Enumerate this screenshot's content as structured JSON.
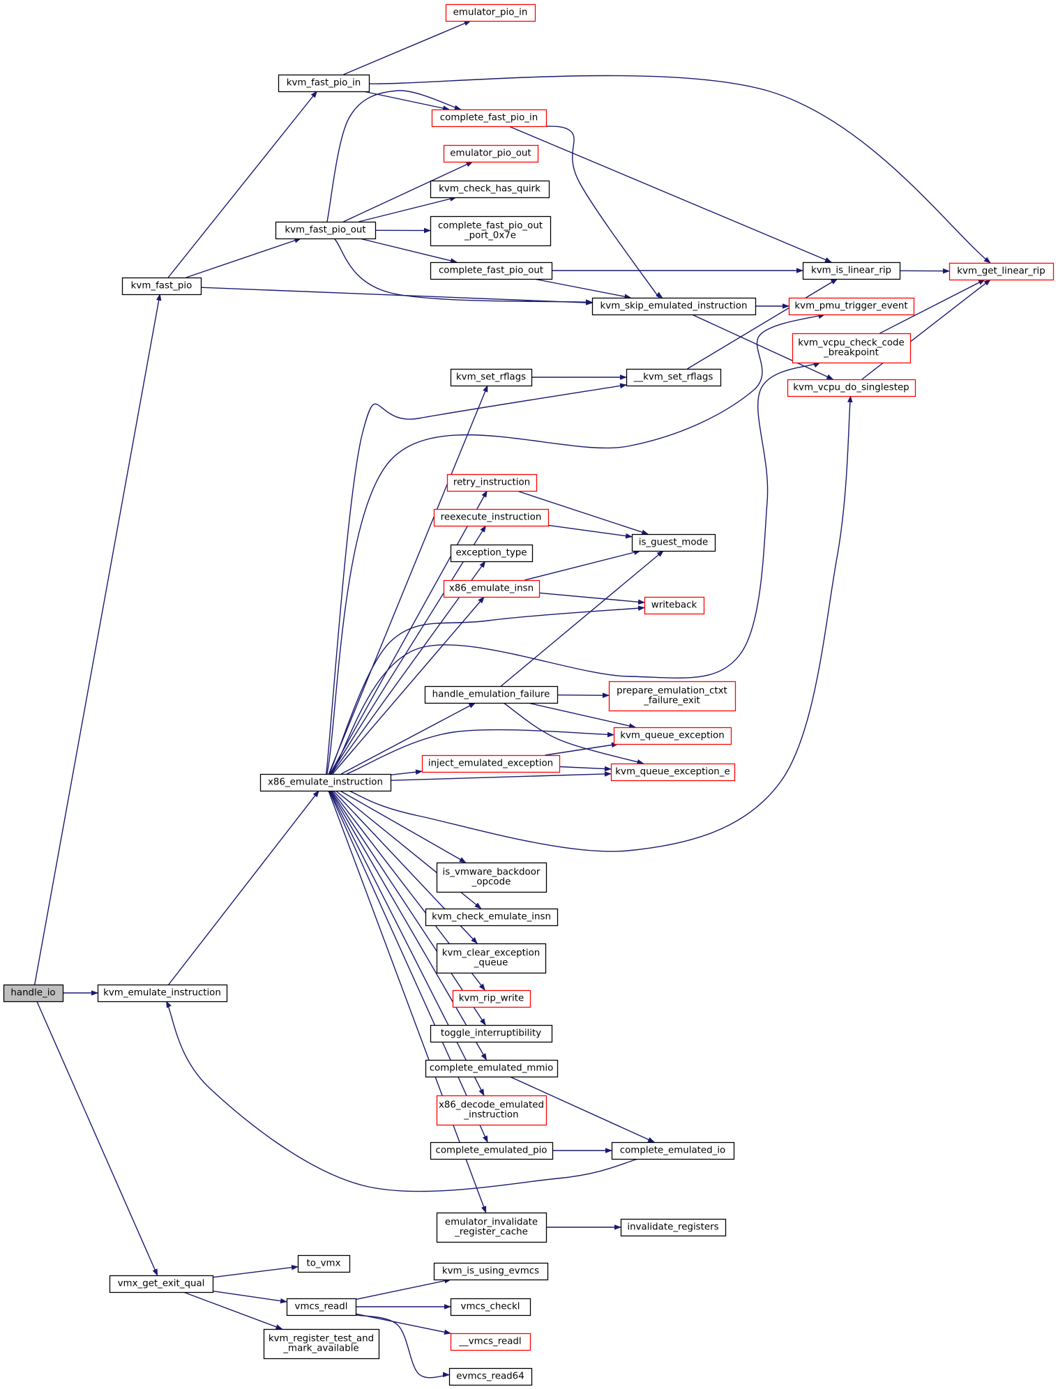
{
  "colors": {
    "edge": "#191970",
    "border_normal": "#000000",
    "border_truncated": "#ff0000",
    "fill_normal": "#ffffff",
    "fill_root": "#bfbfbf"
  },
  "nodes": [
    {
      "id": "handle_io",
      "lines": [
        "handle_io"
      ],
      "kind": "root"
    },
    {
      "id": "kvm_fast_pio",
      "lines": [
        "kvm_fast_pio"
      ],
      "kind": "normal"
    },
    {
      "id": "kvm_emulate_instruction",
      "lines": [
        "kvm_emulate_instruction"
      ],
      "kind": "normal"
    },
    {
      "id": "vmx_get_exit_qual",
      "lines": [
        "vmx_get_exit_qual"
      ],
      "kind": "normal"
    },
    {
      "id": "kvm_fast_pio_in",
      "lines": [
        "kvm_fast_pio_in"
      ],
      "kind": "normal"
    },
    {
      "id": "kvm_fast_pio_out",
      "lines": [
        "kvm_fast_pio_out"
      ],
      "kind": "normal"
    },
    {
      "id": "kvm_skip_emulated_instruction",
      "lines": [
        "kvm_skip_emulated_instruction"
      ],
      "kind": "normal"
    },
    {
      "id": "emulator_pio_in",
      "lines": [
        "emulator_pio_in"
      ],
      "kind": "truncated"
    },
    {
      "id": "complete_fast_pio_in",
      "lines": [
        "complete_fast_pio_in"
      ],
      "kind": "truncated"
    },
    {
      "id": "kvm_get_linear_rip",
      "lines": [
        "kvm_get_linear_rip"
      ],
      "kind": "truncated"
    },
    {
      "id": "emulator_pio_out",
      "lines": [
        "emulator_pio_out"
      ],
      "kind": "truncated"
    },
    {
      "id": "kvm_check_has_quirk",
      "lines": [
        "kvm_check_has_quirk"
      ],
      "kind": "normal"
    },
    {
      "id": "complete_fast_pio_out_port_0x7e",
      "lines": [
        "complete_fast_pio_out",
        "_port_0x7e"
      ],
      "kind": "normal"
    },
    {
      "id": "complete_fast_pio_out",
      "lines": [
        "complete_fast_pio_out"
      ],
      "kind": "normal"
    },
    {
      "id": "kvm_is_linear_rip",
      "lines": [
        "kvm_is_linear_rip"
      ],
      "kind": "normal"
    },
    {
      "id": "kvm_pmu_trigger_event",
      "lines": [
        "kvm_pmu_trigger_event"
      ],
      "kind": "truncated"
    },
    {
      "id": "kvm_vcpu_check_code_breakpoint",
      "lines": [
        "kvm_vcpu_check_code",
        "_breakpoint"
      ],
      "kind": "truncated"
    },
    {
      "id": "kvm_vcpu_do_singlestep",
      "lines": [
        "kvm_vcpu_do_singlestep"
      ],
      "kind": "truncated"
    },
    {
      "id": "kvm_set_rflags",
      "lines": [
        "kvm_set_rflags"
      ],
      "kind": "normal"
    },
    {
      "id": "__kvm_set_rflags",
      "lines": [
        "__kvm_set_rflags"
      ],
      "kind": "normal"
    },
    {
      "id": "x86_emulate_instruction",
      "lines": [
        "x86_emulate_instruction"
      ],
      "kind": "normal"
    },
    {
      "id": "retry_instruction",
      "lines": [
        "retry_instruction"
      ],
      "kind": "truncated"
    },
    {
      "id": "reexecute_instruction",
      "lines": [
        "reexecute_instruction"
      ],
      "kind": "truncated"
    },
    {
      "id": "exception_type",
      "lines": [
        "exception_type"
      ],
      "kind": "normal"
    },
    {
      "id": "is_guest_mode",
      "lines": [
        "is_guest_mode"
      ],
      "kind": "normal"
    },
    {
      "id": "x86_emulate_insn",
      "lines": [
        "x86_emulate_insn"
      ],
      "kind": "truncated"
    },
    {
      "id": "writeback",
      "lines": [
        "writeback"
      ],
      "kind": "truncated"
    },
    {
      "id": "handle_emulation_failure",
      "lines": [
        "handle_emulation_failure"
      ],
      "kind": "normal"
    },
    {
      "id": "prepare_emulation_ctxt_failure_exit",
      "lines": [
        "prepare_emulation_ctxt",
        "_failure_exit"
      ],
      "kind": "truncated"
    },
    {
      "id": "kvm_queue_exception",
      "lines": [
        "kvm_queue_exception"
      ],
      "kind": "truncated"
    },
    {
      "id": "inject_emulated_exception",
      "lines": [
        "inject_emulated_exception"
      ],
      "kind": "truncated"
    },
    {
      "id": "kvm_queue_exception_e",
      "lines": [
        "kvm_queue_exception_e"
      ],
      "kind": "truncated"
    },
    {
      "id": "is_vmware_backdoor_opcode",
      "lines": [
        "is_vmware_backdoor",
        "_opcode"
      ],
      "kind": "normal"
    },
    {
      "id": "kvm_check_emulate_insn",
      "lines": [
        "kvm_check_emulate_insn"
      ],
      "kind": "normal"
    },
    {
      "id": "kvm_clear_exception_queue",
      "lines": [
        "kvm_clear_exception",
        "_queue"
      ],
      "kind": "normal"
    },
    {
      "id": "kvm_rip_write",
      "lines": [
        "kvm_rip_write"
      ],
      "kind": "truncated"
    },
    {
      "id": "toggle_interruptibility",
      "lines": [
        "toggle_interruptibility"
      ],
      "kind": "normal"
    },
    {
      "id": "complete_emulated_mmio",
      "lines": [
        "complete_emulated_mmio"
      ],
      "kind": "normal"
    },
    {
      "id": "x86_decode_emulated_instruction",
      "lines": [
        "x86_decode_emulated",
        "_instruction"
      ],
      "kind": "truncated"
    },
    {
      "id": "complete_emulated_pio",
      "lines": [
        "complete_emulated_pio"
      ],
      "kind": "normal"
    },
    {
      "id": "complete_emulated_io",
      "lines": [
        "complete_emulated_io"
      ],
      "kind": "normal"
    },
    {
      "id": "emulator_invalidate_register_cache",
      "lines": [
        "emulator_invalidate",
        "_register_cache"
      ],
      "kind": "normal"
    },
    {
      "id": "invalidate_registers",
      "lines": [
        "invalidate_registers"
      ],
      "kind": "normal"
    },
    {
      "id": "to_vmx",
      "lines": [
        "to_vmx"
      ],
      "kind": "normal"
    },
    {
      "id": "vmcs_readl",
      "lines": [
        "vmcs_readl"
      ],
      "kind": "normal"
    },
    {
      "id": "kvm_register_test_and_mark_available",
      "lines": [
        "kvm_register_test_and",
        "_mark_available"
      ],
      "kind": "normal"
    },
    {
      "id": "kvm_is_using_evmcs",
      "lines": [
        "kvm_is_using_evmcs"
      ],
      "kind": "normal"
    },
    {
      "id": "vmcs_checkl",
      "lines": [
        "vmcs_checkl"
      ],
      "kind": "normal"
    },
    {
      "id": "__vmcs_readl",
      "lines": [
        "__vmcs_readl"
      ],
      "kind": "truncated"
    },
    {
      "id": "evmcs_read64",
      "lines": [
        "evmcs_read64"
      ],
      "kind": "normal"
    }
  ],
  "edges": [
    [
      "handle_io",
      "kvm_fast_pio"
    ],
    [
      "handle_io",
      "kvm_emulate_instruction"
    ],
    [
      "handle_io",
      "vmx_get_exit_qual"
    ],
    [
      "kvm_fast_pio",
      "kvm_fast_pio_in"
    ],
    [
      "kvm_fast_pio",
      "kvm_fast_pio_out"
    ],
    [
      "kvm_fast_pio",
      "kvm_skip_emulated_instruction"
    ],
    [
      "kvm_fast_pio_in",
      "emulator_pio_in"
    ],
    [
      "kvm_fast_pio_in",
      "complete_fast_pio_in"
    ],
    [
      "kvm_fast_pio_in",
      "kvm_get_linear_rip"
    ],
    [
      "complete_fast_pio_in",
      "kvm_is_linear_rip"
    ],
    [
      "complete_fast_pio_in",
      "kvm_skip_emulated_instruction"
    ],
    [
      "kvm_fast_pio_out",
      "complete_fast_pio_in"
    ],
    [
      "kvm_fast_pio_out",
      "emulator_pio_out"
    ],
    [
      "kvm_fast_pio_out",
      "kvm_check_has_quirk"
    ],
    [
      "kvm_fast_pio_out",
      "complete_fast_pio_out_port_0x7e"
    ],
    [
      "kvm_fast_pio_out",
      "complete_fast_pio_out"
    ],
    [
      "kvm_fast_pio_out",
      "kvm_skip_emulated_instruction"
    ],
    [
      "complete_fast_pio_out",
      "kvm_is_linear_rip"
    ],
    [
      "complete_fast_pio_out",
      "kvm_skip_emulated_instruction"
    ],
    [
      "kvm_is_linear_rip",
      "kvm_get_linear_rip"
    ],
    [
      "kvm_skip_emulated_instruction",
      "kvm_pmu_trigger_event"
    ],
    [
      "kvm_skip_emulated_instruction",
      "kvm_vcpu_do_singlestep"
    ],
    [
      "kvm_vcpu_check_code_breakpoint",
      "kvm_get_linear_rip"
    ],
    [
      "kvm_vcpu_do_singlestep",
      "kvm_get_linear_rip"
    ],
    [
      "kvm_emulate_instruction",
      "x86_emulate_instruction"
    ],
    [
      "x86_emulate_instruction",
      "kvm_set_rflags"
    ],
    [
      "x86_emulate_instruction",
      "__kvm_set_rflags"
    ],
    [
      "x86_emulate_instruction",
      "kvm_pmu_trigger_event"
    ],
    [
      "x86_emulate_instruction",
      "retry_instruction"
    ],
    [
      "x86_emulate_instruction",
      "reexecute_instruction"
    ],
    [
      "x86_emulate_instruction",
      "exception_type"
    ],
    [
      "x86_emulate_instruction",
      "x86_emulate_insn"
    ],
    [
      "x86_emulate_instruction",
      "writeback"
    ],
    [
      "x86_emulate_instruction",
      "kvm_vcpu_check_code_breakpoint"
    ],
    [
      "x86_emulate_instruction",
      "handle_emulation_failure"
    ],
    [
      "x86_emulate_instruction",
      "kvm_queue_exception"
    ],
    [
      "x86_emulate_instruction",
      "inject_emulated_exception"
    ],
    [
      "x86_emulate_instruction",
      "kvm_queue_exception_e"
    ],
    [
      "x86_emulate_instruction",
      "kvm_vcpu_do_singlestep"
    ],
    [
      "x86_emulate_instruction",
      "is_vmware_backdoor_opcode"
    ],
    [
      "x86_emulate_instruction",
      "kvm_check_emulate_insn"
    ],
    [
      "x86_emulate_instruction",
      "kvm_clear_exception_queue"
    ],
    [
      "x86_emulate_instruction",
      "kvm_rip_write"
    ],
    [
      "x86_emulate_instruction",
      "toggle_interruptibility"
    ],
    [
      "x86_emulate_instruction",
      "complete_emulated_mmio"
    ],
    [
      "x86_emulate_instruction",
      "x86_decode_emulated_instruction"
    ],
    [
      "x86_emulate_instruction",
      "complete_emulated_pio"
    ],
    [
      "x86_emulate_instruction",
      "emulator_invalidate_register_cache"
    ],
    [
      "kvm_set_rflags",
      "__kvm_set_rflags"
    ],
    [
      "__kvm_set_rflags",
      "kvm_is_linear_rip"
    ],
    [
      "retry_instruction",
      "is_guest_mode"
    ],
    [
      "reexecute_instruction",
      "is_guest_mode"
    ],
    [
      "x86_emulate_insn",
      "is_guest_mode"
    ],
    [
      "x86_emulate_insn",
      "writeback"
    ],
    [
      "handle_emulation_failure",
      "is_guest_mode"
    ],
    [
      "handle_emulation_failure",
      "prepare_emulation_ctxt_failure_exit"
    ],
    [
      "handle_emulation_failure",
      "kvm_queue_exception"
    ],
    [
      "handle_emulation_failure",
      "kvm_queue_exception_e"
    ],
    [
      "inject_emulated_exception",
      "kvm_queue_exception"
    ],
    [
      "inject_emulated_exception",
      "kvm_queue_exception_e"
    ],
    [
      "complete_emulated_mmio",
      "complete_emulated_io"
    ],
    [
      "complete_emulated_pio",
      "complete_emulated_io"
    ],
    [
      "complete_emulated_io",
      "kvm_emulate_instruction"
    ],
    [
      "emulator_invalidate_register_cache",
      "invalidate_registers"
    ],
    [
      "vmx_get_exit_qual",
      "to_vmx"
    ],
    [
      "vmx_get_exit_qual",
      "vmcs_readl"
    ],
    [
      "vmx_get_exit_qual",
      "kvm_register_test_and_mark_available"
    ],
    [
      "vmcs_readl",
      "kvm_is_using_evmcs"
    ],
    [
      "vmcs_readl",
      "vmcs_checkl"
    ],
    [
      "vmcs_readl",
      "__vmcs_readl"
    ],
    [
      "vmcs_readl",
      "evmcs_read64"
    ]
  ]
}
